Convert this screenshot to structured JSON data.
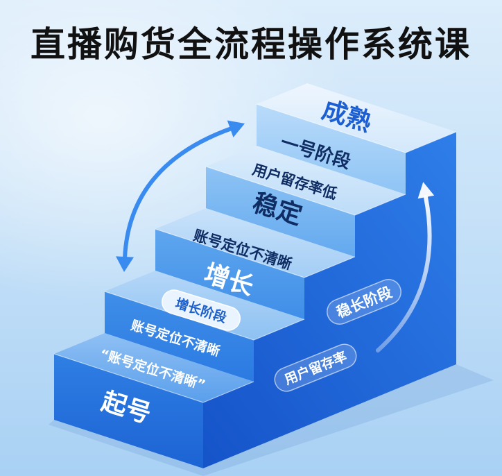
{
  "title": "直播购货全流程操作系统课",
  "steps": [
    {
      "label": "起号",
      "note": "“账号定位不清晰”"
    },
    {
      "badge": "增长阶段",
      "note": "账号定位不清晰"
    },
    {
      "label": "增长",
      "note": "账号定位不清晰"
    },
    {
      "label": "稳定",
      "note": "用户留存率低"
    },
    {
      "label": "成熟",
      "note": "一号阶段"
    }
  ],
  "side_labels": {
    "upper": "稳长阶段",
    "lower": "用户留存率"
  }
}
